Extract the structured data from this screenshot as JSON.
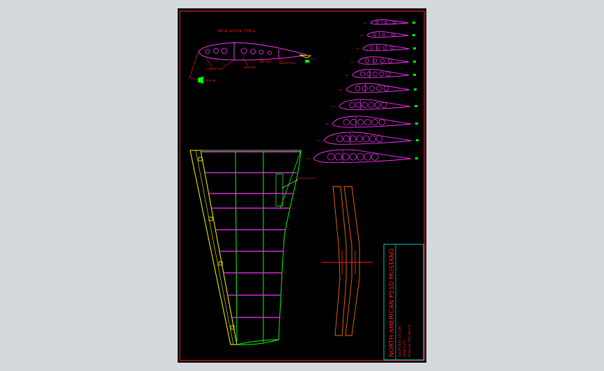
{
  "drawing": {
    "colors": {
      "background": "#d5d9dd",
      "sheet": "#000000",
      "border": "#ff2a2a",
      "ribs": "#ff33ff",
      "spar": "#00ff00",
      "leading_edge": "#ffff00",
      "joiner": "#ff6a00",
      "annotation": "#ff2020",
      "title_block": "#00ffff"
    },
    "section_title": "AIRFOIL SECTION - TYPICAL",
    "section_labels": [
      "LEADING EDGE",
      "MAIN SPAR",
      "REAR SPAR",
      "TRAILING EDGE"
    ],
    "leader_note": "TIP DETAIL",
    "wing_note": "AILERON CUTOUT",
    "rib_labels": [
      "R1",
      "R2",
      "R3",
      "R4",
      "R5",
      "R6",
      "R7",
      "R8",
      "R9",
      "R10"
    ],
    "station_labels": [
      "1",
      "2",
      "3",
      "4",
      "5",
      "6",
      "7",
      "8"
    ],
    "title_block": {
      "title": "NORTH AMERICAN P51D MUSTANG",
      "line1": "Specification 1/4 scale",
      "line2": "Sheet 2 of 2",
      "line3": "Drawn by: Plan Service"
    }
  }
}
